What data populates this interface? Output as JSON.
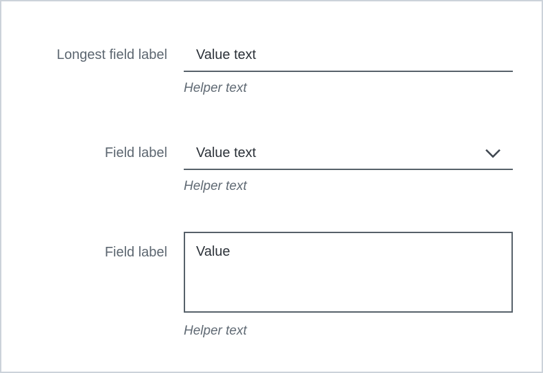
{
  "page": {
    "background": "#ffffff",
    "border_color": "#ccd2da"
  },
  "colors": {
    "label": "#5c6670",
    "value": "#2b3138",
    "control_border": "#566069",
    "helper": "#5f6973",
    "chevron": "#3f4750"
  },
  "fields": [
    {
      "type": "text-input",
      "label": "Longest field label",
      "value": "Value text",
      "helper": "Helper text"
    },
    {
      "type": "dropdown",
      "label": "Field label",
      "value": "Value text",
      "helper": "Helper text",
      "icon": "chevron-down-icon"
    },
    {
      "type": "textarea",
      "label": "Field label",
      "value": "Value",
      "helper": "Helper text"
    }
  ]
}
